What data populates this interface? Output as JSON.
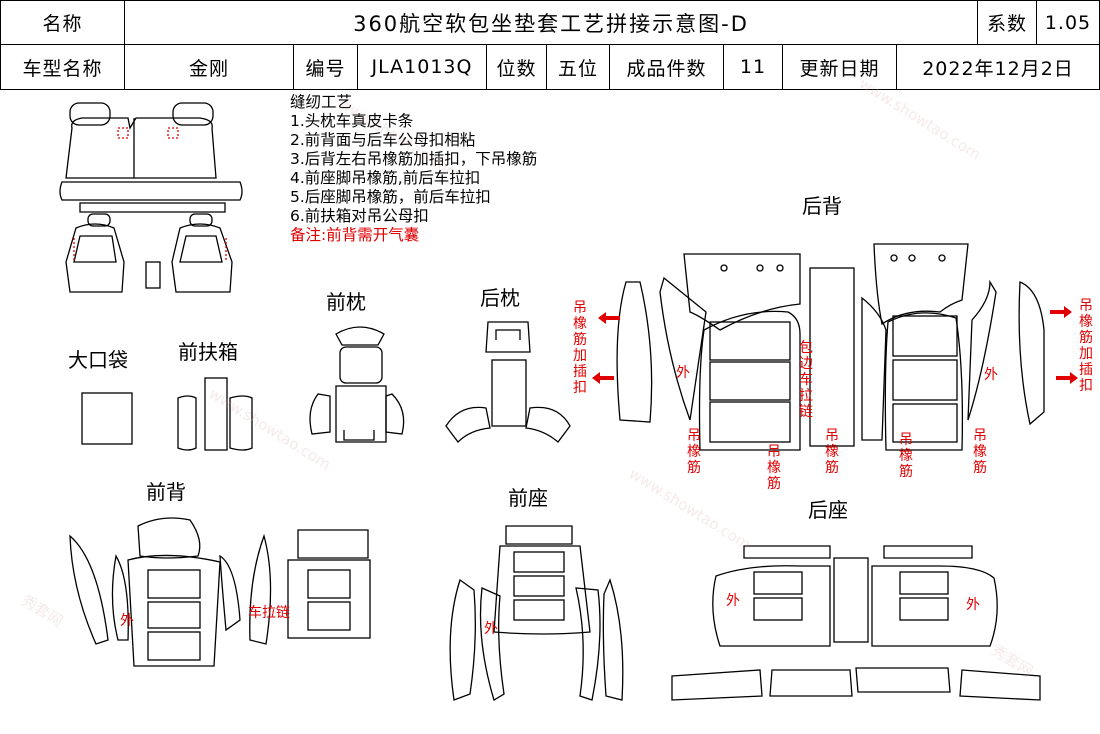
{
  "header": {
    "name_label": "名称",
    "title": "360航空软包坐垫套工艺拼接示意图-D",
    "coeff_label": "系数",
    "coeff_value": "1.05",
    "model_label": "车型名称",
    "model_value": "金刚",
    "code_label": "编号",
    "code_value": "JLA1013Q",
    "seats_label": "位数",
    "seats_value": "五位",
    "pieces_label": "成品件数",
    "pieces_value": "11",
    "date_label": "更新日期",
    "date_value": "2022年12月2日"
  },
  "notes": {
    "heading": "缝纫工艺",
    "items": [
      "1.头枕车真皮卡条",
      "2.前背面与后车公母扣相粘",
      "3.后背左右吊橡筋加插扣，下吊橡筋",
      "4.前座脚吊橡筋,前后车拉扣",
      "5.后座脚吊橡筋，前后车拉扣",
      "6.前扶箱对吊公母扣"
    ],
    "remark": "备注:前背需开气囊"
  },
  "sections": {
    "big_pocket": "大口袋",
    "front_armrest": "前扶箱",
    "front_headrest": "前枕",
    "rear_headrest": "后枕",
    "rear_back": "后背",
    "front_back": "前背",
    "front_seat": "前座",
    "rear_seat": "后座"
  },
  "annotations": {
    "hang_insert": "吊橡筋加插扣",
    "outer": "外",
    "hang_elastic": "吊橡筋",
    "edge_zipper": "包边车拉链",
    "zipper": "车拉链"
  },
  "watermark": {
    "brand": "秀套网",
    "site": "www.showtao.com"
  },
  "colors": {
    "line": "#000000",
    "annotation": "#e00000",
    "watermark": "#d2a0a0"
  }
}
